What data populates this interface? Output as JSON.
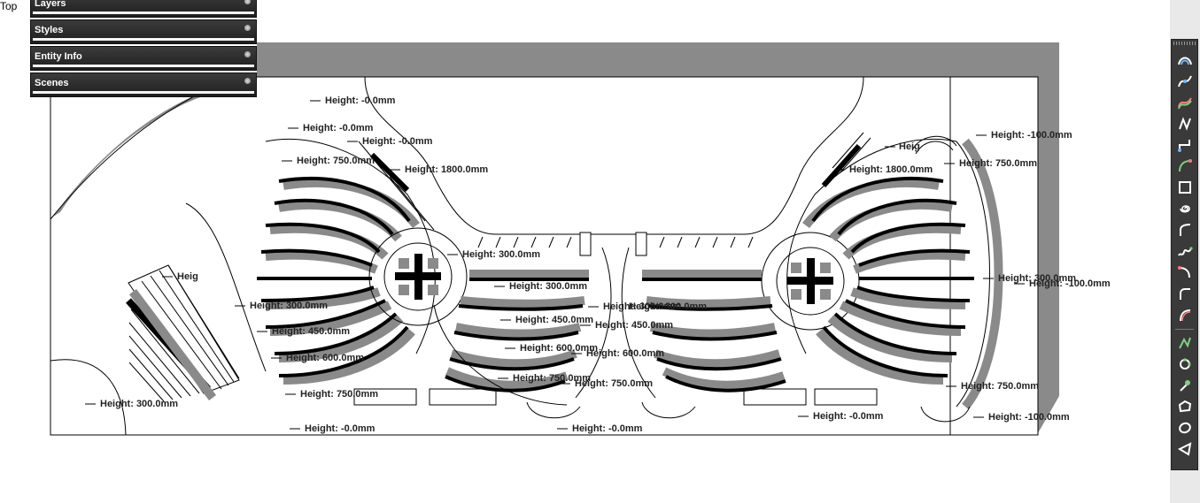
{
  "view_label": "Top",
  "tray": {
    "panels": [
      {
        "title": "Layers"
      },
      {
        "title": "Styles"
      },
      {
        "title": "Entity Info"
      },
      {
        "title": "Scenes"
      }
    ]
  },
  "height_labels": {
    "a": "Height: -0.0mm",
    "b": "Height: -0.0mm",
    "c": "Height: -0.0mm",
    "d": "Height: 750.0mm",
    "e": "Height: 1800.0mm",
    "f": "Height: 300.0mm",
    "g": "Height: 300.0mm",
    "h": "Height: 450.0mm",
    "i": "Height: 600.0mm",
    "j": "Height: 750.0mm",
    "k": "Height: 300.0mm",
    "l": "Height: -0.0mm",
    "m": "Height: 300.0mm",
    "n": "Height: 300.0mm",
    "o": "Height: 450.0mm",
    "p": "Height: 600.0mm",
    "q": "Height: 750.0mm",
    "r": "Height: 300.0mm",
    "s": "Height: 450.0mm",
    "t": "Height: 600.0mm",
    "u": "Height: 750.0mm",
    "v": "Height: -0.0mm",
    "w": "Height: -100.0mm",
    "x": "Height: 750.0mm",
    "y": "Height: 1800.0mm",
    "z": "Height: 300.0mm",
    "aa": "Height: -100.0mm",
    "ab": "Height: 750.0mm",
    "ac": "Height: -0.0mm",
    "ad": "Height: -100.0mm",
    "ae": "Heig",
    "af": "Heig"
  },
  "toolbar": {
    "tools": [
      "offset-curve-icon",
      "bezier-icon",
      "spline-icon",
      "curve-icon",
      "polyline-icon",
      "arc-icon",
      "rectangle-icon",
      "spiral-icon",
      "curve-arc-icon",
      "freehand-icon",
      "bend-icon",
      "fillet-icon",
      "arc-three-point-icon",
      "loft-icon",
      "weld-icon",
      "pin-icon",
      "polygon-icon",
      "ellipse-icon",
      "triangle-icon"
    ]
  }
}
